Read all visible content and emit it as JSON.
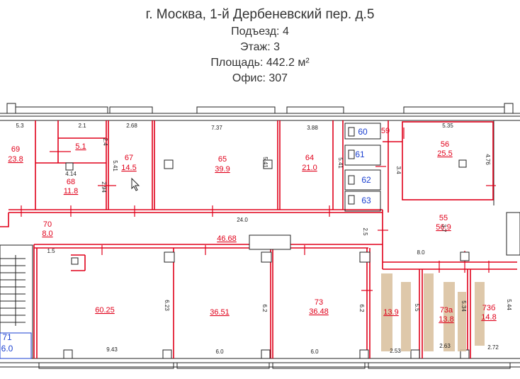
{
  "header": {
    "address": "г. Москва, 1-й Дербеневский пер. д.5",
    "entrance": "Подъезд: 4",
    "floor": "Этаж: 3",
    "area": "Площадь: 442.2 м²",
    "office": "Офис: 307"
  },
  "rooms": {
    "r69": {
      "num": "69",
      "area": "23.8"
    },
    "r67": {
      "num": "67",
      "area": "14.5"
    },
    "r68": {
      "num": "68",
      "area": "11.8"
    },
    "r65": {
      "num": "65",
      "area": "39.9"
    },
    "r64": {
      "num": "64",
      "area": "21.0"
    },
    "r56": {
      "num": "56",
      "area": "25.5"
    },
    "r70": {
      "num": "70",
      "area": "8.0"
    },
    "corridor": {
      "area": "46.68"
    },
    "r55": {
      "num": "55",
      "area": "56.9"
    },
    "r72": {
      "area": "60.25"
    },
    "r74": {
      "area": "36.51"
    },
    "r73": {
      "num": "73",
      "area": "36.48"
    },
    "r13": {
      "area": "13.9"
    },
    "r73a": {
      "num": "73а",
      "area": "13.8"
    },
    "r73b": {
      "num": "73б",
      "area": "14.8"
    },
    "r71": {
      "num": "71",
      "area": "6.0"
    },
    "r60": {
      "num": "60"
    },
    "r61": {
      "num": "61"
    },
    "r62": {
      "num": "62"
    },
    "r63": {
      "num": "63"
    },
    "r59": {
      "num": "59"
    }
  },
  "dims": {
    "d5_3": "5.3",
    "d2_1": "2.1",
    "d2_68": "2.68",
    "d7_37": "7.37",
    "d3_88": "3.88",
    "d5_35": "5.35",
    "d2_4": "2.4",
    "d5_41a": "5.41",
    "d5_41b": "5.41",
    "d5_41c": "5.41",
    "d4_14": "4.14",
    "d2_94": "2.94",
    "d3_4": "3.4",
    "d4_76": "4.76",
    "d24_0": "24.0",
    "d2_5": "2.5",
    "d3_7": "3.7",
    "d8_0": "8.0",
    "d1_5": "1.5",
    "d6_23": "6.23",
    "d6_2a": "6.2",
    "d6_2b": "6.2",
    "d5_5": "5.5",
    "d5_34": "5.34",
    "d5_44": "5.44",
    "d9_43": "9.43",
    "d6_0a": "6.0",
    "d6_0b": "6.0",
    "d2_53": "2.53",
    "d2_63": "2.63",
    "d2_72": "2.72"
  },
  "colors": {
    "wall": "#e0001a",
    "text_red": "#e0001a",
    "text_blue": "#1a3fd0",
    "furniture": "#d9bf9c"
  }
}
